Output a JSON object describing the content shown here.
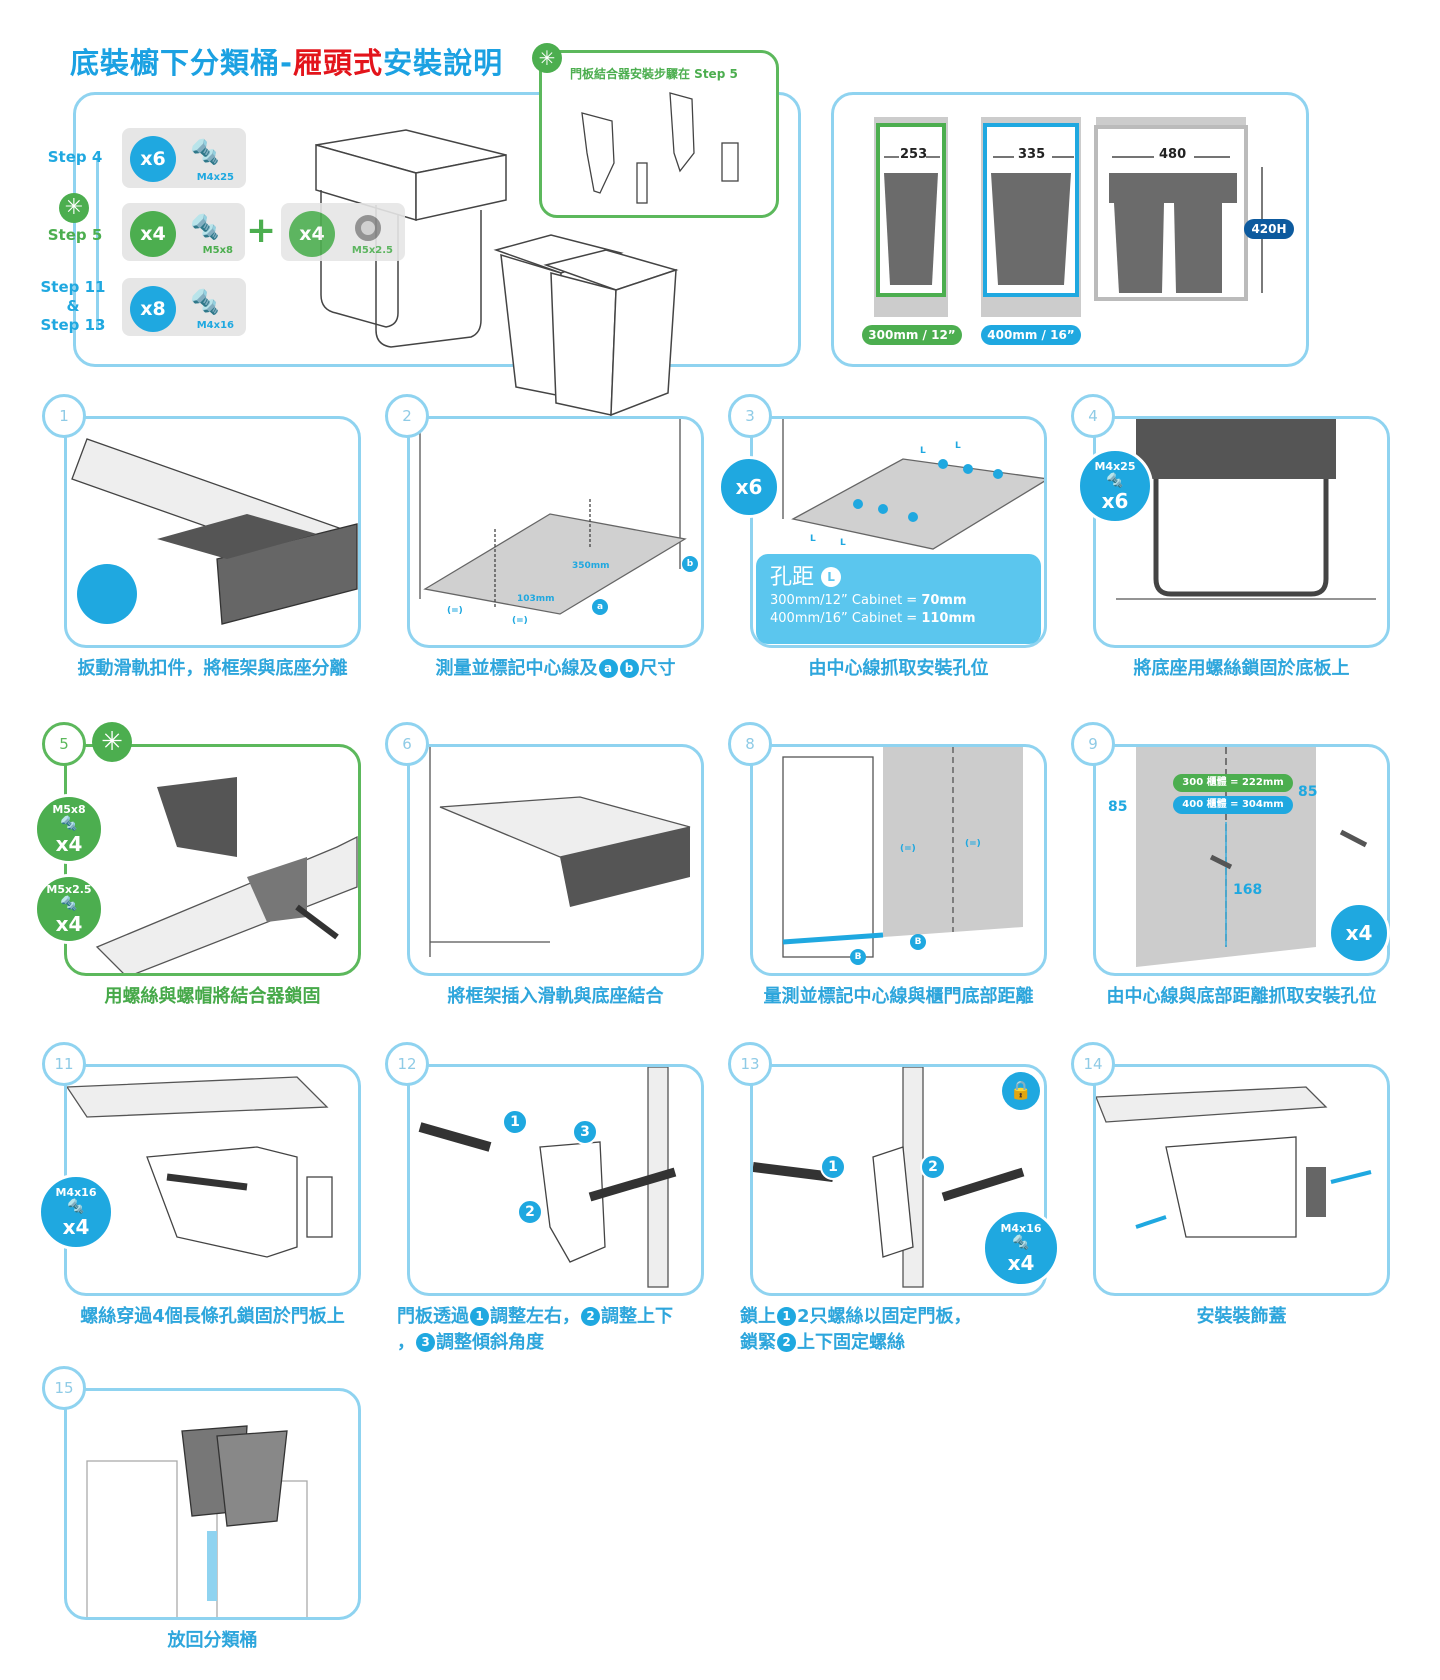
{
  "title": {
    "part1": "底裝櫥下分類桶-",
    "part2": "屜頭式",
    "part3": "安裝說明"
  },
  "colors": {
    "blue": "#1fa8e0",
    "green": "#4cae4f",
    "red": "#e3141b",
    "border": "#8fd3f0"
  },
  "door_note": {
    "icon": "asterisk-icon",
    "text": "門板結合器安裝步驟在 Step 5"
  },
  "hardware": [
    {
      "step": "Step 4",
      "qty": "x6",
      "name": "M4x25",
      "color": "blue"
    },
    {
      "step": "Step 5",
      "qty": "x4",
      "name": "M5x8",
      "color": "green",
      "plus": "+",
      "qty2": "x4",
      "name2": "M5x2.5"
    },
    {
      "step": "Step 11\n&\nStep 13",
      "qty": "x8",
      "name": "M4x16",
      "color": "blue"
    }
  ],
  "dimensions": {
    "w300": "253",
    "w400": "335",
    "w480": "480",
    "height": "420H",
    "label300": "300mm / 12”",
    "label400": "400mm / 16”"
  },
  "steps": [
    {
      "num": "1",
      "caption": [
        "扳動滑軌扣件，將框架與底座分離"
      ]
    },
    {
      "num": "2",
      "caption": [
        "測量並標記中心線及",
        {
          "c": "a"
        },
        {
          "c": "b"
        },
        "尺寸"
      ],
      "labels": [
        "350mm",
        "103mm",
        "(=)",
        "(=)",
        "a",
        "b"
      ]
    },
    {
      "num": "3",
      "caption": [
        "由中心線抓取安裝孔位"
      ],
      "badge": {
        "qty": "x6"
      },
      "info": {
        "title": "孔距",
        "icon": "L",
        "line1a": "300mm/12” Cabinet = ",
        "line1b": "70mm",
        "line2a": "400mm/16” Cabinet = ",
        "line2b": "110mm"
      },
      "labels": [
        "L",
        "L",
        "L",
        "L"
      ]
    },
    {
      "num": "4",
      "caption": [
        "將底座用螺絲鎖固於底板上"
      ],
      "badge": {
        "name": "M4x25",
        "qty": "x6"
      }
    },
    {
      "num": "5",
      "green": true,
      "caption": [
        "用螺絲與螺帽將結合器鎖固"
      ],
      "badges": [
        {
          "name": "M5x8",
          "qty": "x4"
        },
        {
          "name": "M5x2.5",
          "qty": "x4"
        }
      ]
    },
    {
      "num": "6",
      "caption": [
        "將框架插入滑軌與底座結合"
      ]
    },
    {
      "num": "8",
      "caption": [
        "量測並標記中心線與櫃門底部距離"
      ],
      "labels": [
        "(=)",
        "(=)",
        "B",
        "B"
      ]
    },
    {
      "num": "9",
      "caption": [
        "由中心線與底部距離抓取安裝孔位"
      ],
      "badge": {
        "qty": "x4"
      },
      "dims": {
        "p300": "300 櫃體 = 222mm",
        "p400": "400 櫃體 = 304mm",
        "left": "85",
        "right": "85",
        "bottom": "168"
      }
    },
    {
      "num": "11",
      "caption": [
        "螺絲穿過4個長條孔鎖固於門板上"
      ],
      "badge": {
        "name": "M4x16",
        "qty": "x4"
      }
    },
    {
      "num": "12",
      "caption": [
        "門板透過",
        {
          "c": "1"
        },
        "調整左右，",
        {
          "c": "2"
        },
        "調整上下",
        "\n",
        "，",
        {
          "c": "3"
        },
        "調整傾斜角度"
      ]
    },
    {
      "num": "13",
      "caption": [
        "鎖上",
        {
          "c": "1"
        },
        "2只螺絲以固定門板，",
        "\n",
        "鎖緊",
        {
          "c": "2"
        },
        "上下固定螺絲"
      ],
      "badge": {
        "name": "M4x16",
        "qty": "x4"
      }
    },
    {
      "num": "14",
      "caption": [
        "安裝裝飾蓋"
      ]
    },
    {
      "num": "15",
      "caption": [
        "放回分類桶"
      ]
    }
  ]
}
